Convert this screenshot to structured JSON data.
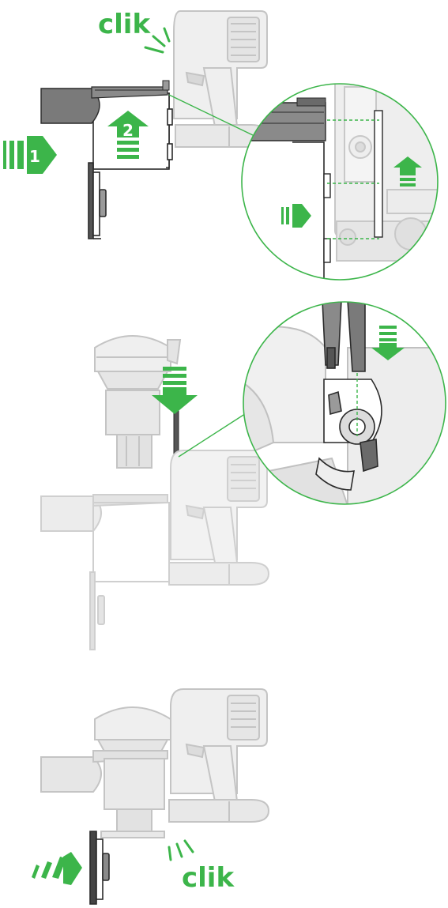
{
  "labels": {
    "clik_top": "clik",
    "clik_bottom": "clik",
    "step_1": "1",
    "step_2": "2"
  },
  "colors": {
    "accent_green": "#3cb54a",
    "outline_dark": "#2a2a2a",
    "faded_gray": "#cfcfcf",
    "panel_gray": "#e6e6e6",
    "handle_dark": "#7a7a7a"
  },
  "icons": {
    "arrow_right": "arrow-right-icon",
    "arrow_up": "arrow-up-icon",
    "arrow_down": "arrow-down-icon",
    "sound_lines": "click-sound-lines-icon"
  }
}
